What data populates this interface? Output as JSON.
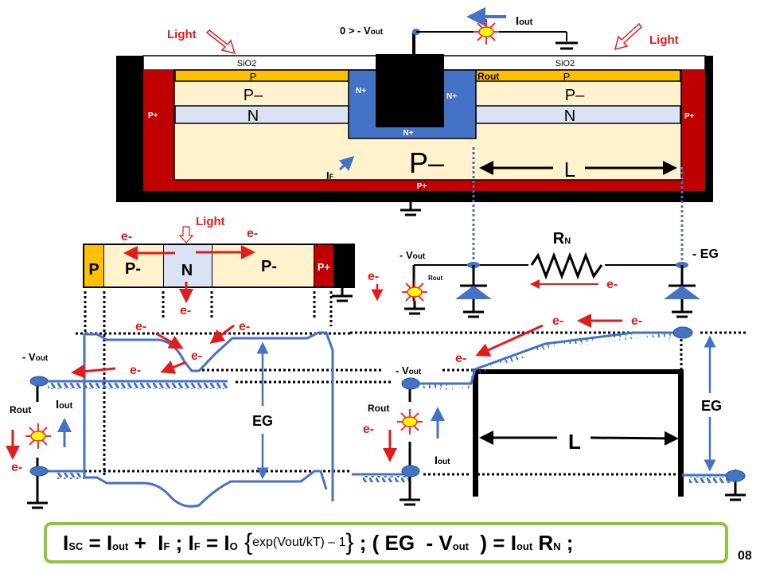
{
  "colors": {
    "p_layer": "#ffc000",
    "p_minus": "#fff2cc",
    "n_layer": "#dae3f3",
    "n_plus": "#4472c4",
    "p_plus": "#c00000",
    "metal": "#000000",
    "oxide": "#ffffff",
    "band_line": "#4472c4",
    "electron_arrow": "#e21b1b",
    "formula_border": "#8cc63f"
  },
  "cross_section": {
    "light_left": "Light",
    "light_right": "Light",
    "output_voltage": "0 > - V",
    "output_voltage_sub": "out",
    "output_current": "I",
    "output_current_sub": "out",
    "oxide_left": "SiO2",
    "oxide_right": "SiO2",
    "p_left": "P",
    "p_right": "P",
    "rout_label": "Rout",
    "p_minus_left": "P–",
    "p_minus_right": "P–",
    "n_left": "N",
    "n_right": "N",
    "n_plus_left": "N+",
    "n_plus_right": "N+",
    "n_plus_bottom": "N+",
    "p_plus_left": "P+",
    "p_plus_right": "P+",
    "p_plus_bottom": "P+",
    "substrate": "P–",
    "forward_current": "I",
    "forward_current_sub": "F",
    "length": "L"
  },
  "layer_strip": {
    "light": "Light",
    "layers": [
      "P",
      "P-",
      "N",
      "P-",
      "P+"
    ],
    "electron_left": "e-",
    "electron_right": "e-",
    "electron_down": "e-"
  },
  "circuit": {
    "vout": "- V",
    "vout_sub": "out",
    "rout": "Rout",
    "resistor": "R",
    "resistor_sub": "N",
    "eg": "- EG",
    "electron_left": "e-",
    "electron_resistor": "e-"
  },
  "band_left": {
    "vout": "- V",
    "vout_sub": "out",
    "rout": "Rout",
    "iout": "I",
    "iout_sub": "out",
    "eg": "EG",
    "electrons": [
      "e-",
      "e-",
      "e-",
      "e-",
      "e-"
    ]
  },
  "band_right": {
    "vout": "- V",
    "vout_sub": "out",
    "rout": "Rout",
    "iout": "I",
    "iout_sub": "out",
    "eg": "EG",
    "length": "L",
    "electrons": [
      "e-",
      "e-",
      "e-",
      "e-"
    ]
  },
  "formula": {
    "isc": "I",
    "isc_sub": "SC",
    "eq1": " = ",
    "iout1": "I",
    "iout1_sub": "out",
    "plus": " +  ",
    "if1": "I",
    "if1_sub": "F",
    "sep1": " ; ",
    "if2": "I",
    "if2_sub": "F",
    "eq2": " = ",
    "io": "I",
    "io_sub": "O",
    "brace_open": " {",
    "exp": "exp(Vout/kT) – 1",
    "brace_close": "}",
    "sep2": " ; ( EG  - V",
    "vout_sub": "out",
    "close": "  ) = ",
    "iout2": "I",
    "iout2_sub": "out",
    "rn": " R",
    "rn_sub": "N",
    "end": " ;"
  },
  "page_number": "08"
}
